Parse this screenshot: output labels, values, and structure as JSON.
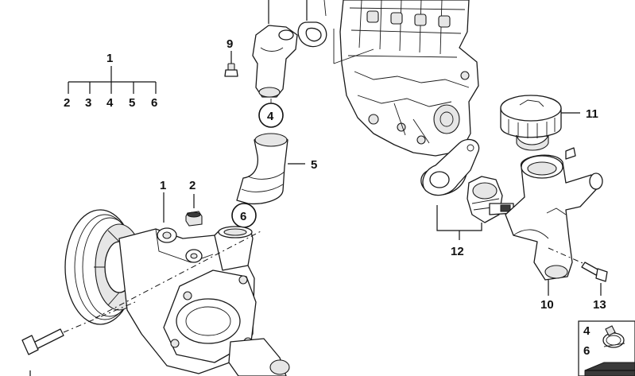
{
  "legend_tree": {
    "parent": "1",
    "children": [
      "2",
      "3",
      "4",
      "5",
      "6"
    ]
  },
  "callouts": [
    {
      "id": "pump",
      "text": "1"
    },
    {
      "id": "bushing",
      "text": "2"
    },
    {
      "id": "clamp-4",
      "text": "4"
    },
    {
      "id": "hose-5",
      "text": "5"
    },
    {
      "id": "clamp-6",
      "text": "6"
    },
    {
      "id": "bolt-9",
      "text": "9"
    },
    {
      "id": "housing-10",
      "text": "10"
    },
    {
      "id": "cap-11",
      "text": "11"
    },
    {
      "id": "thermostat-12",
      "text": "12"
    },
    {
      "id": "bolt-13",
      "text": "13"
    }
  ],
  "clamp_box": {
    "labels": [
      "4",
      "6"
    ]
  },
  "colors": {
    "line": "#1a1a1a",
    "shade": "#e6e6e6",
    "background": "#ffffff"
  }
}
